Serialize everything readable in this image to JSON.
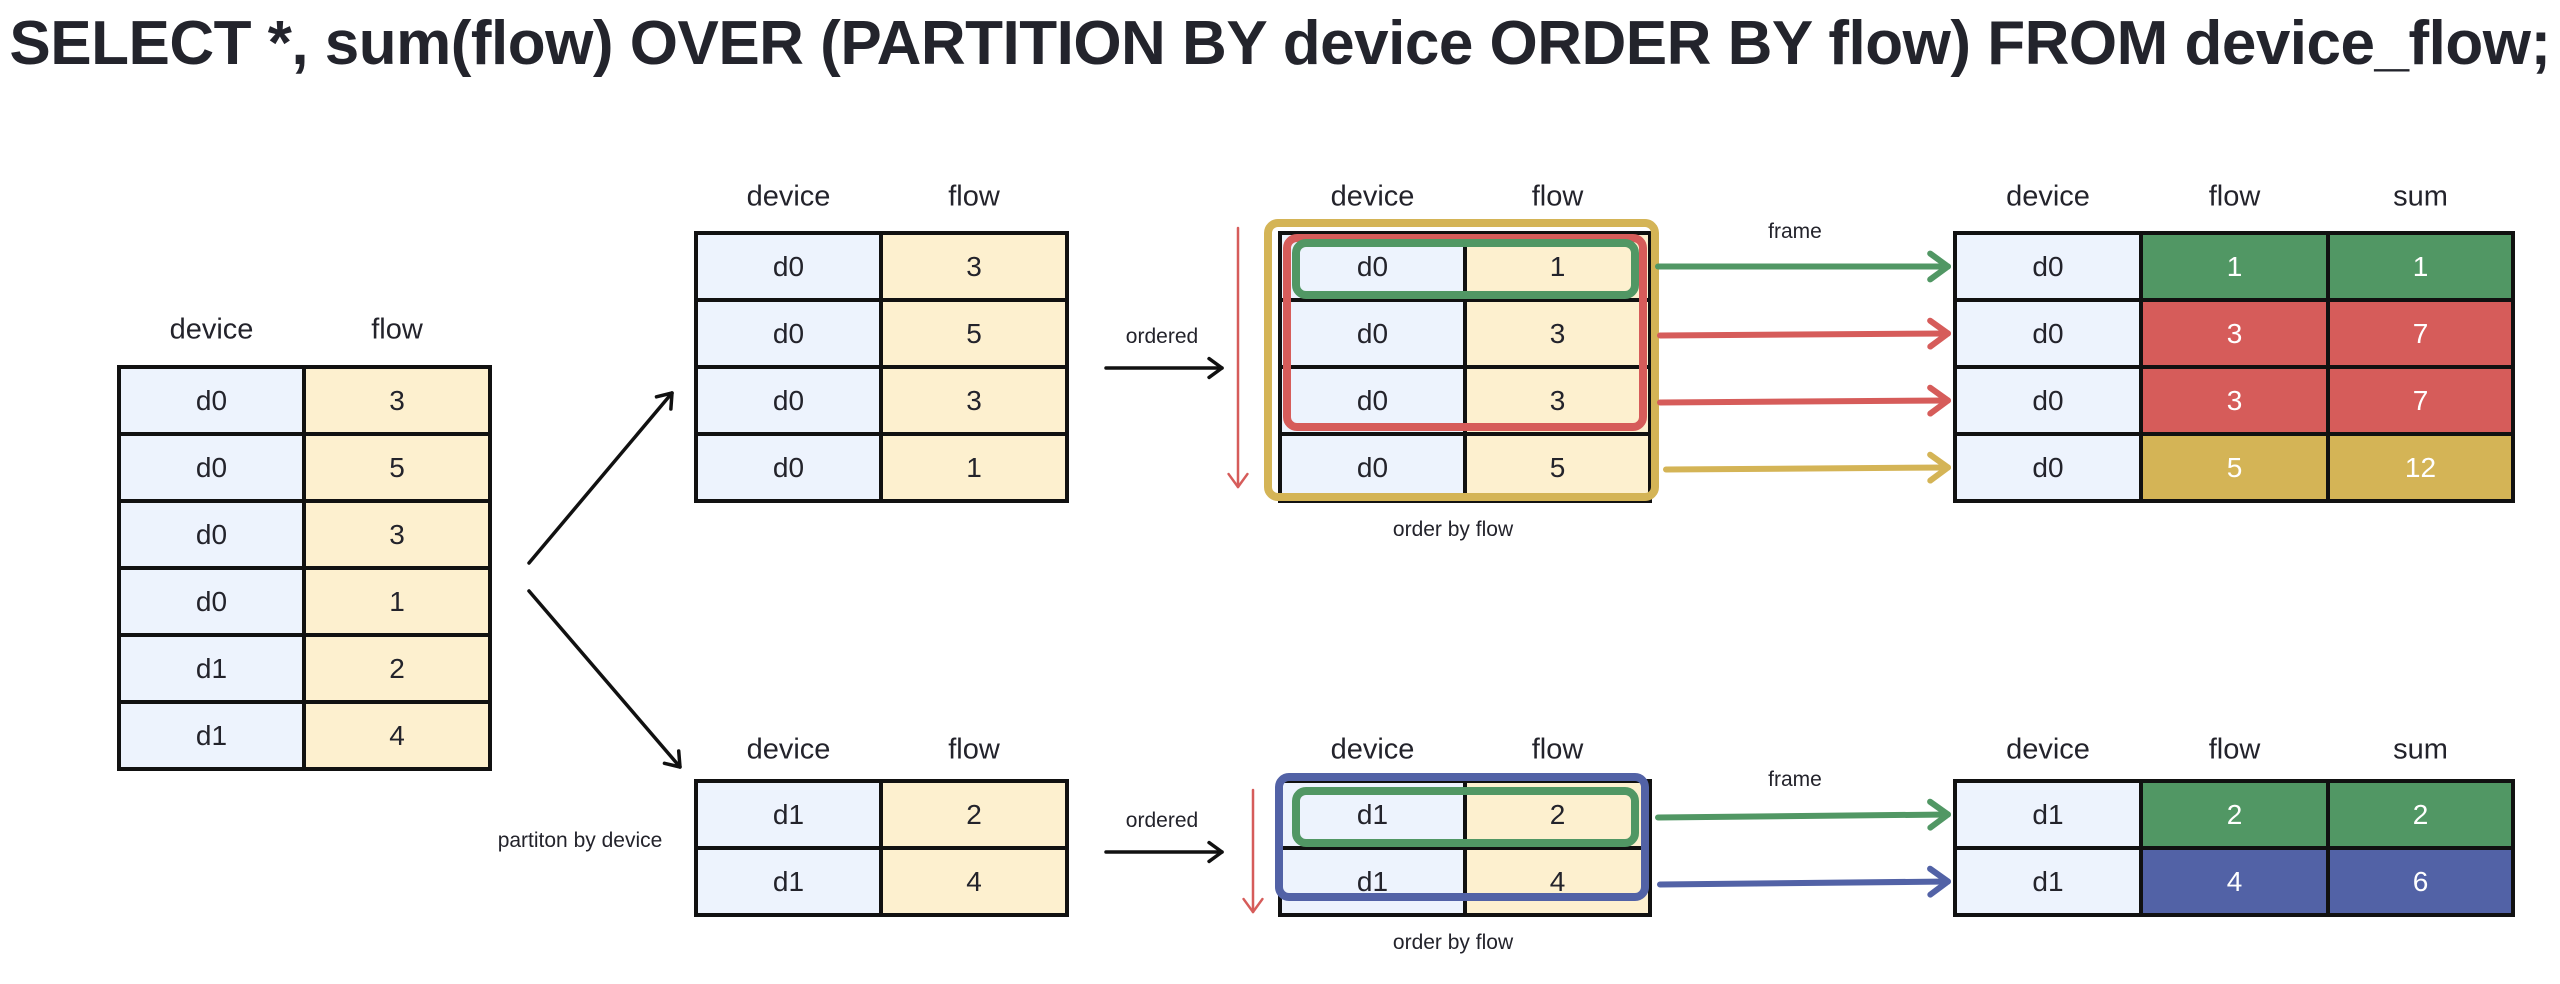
{
  "title": "SELECT *, sum(flow) OVER (PARTITION BY device ORDER BY flow) FROM device_flow;",
  "colors": {
    "device_cell": "#edf3fd",
    "flow_cell": "#fdf0cf",
    "frame_green": "#519764",
    "frame_red": "#d65c5a",
    "frame_gold": "#d4b456",
    "frame_blue": "#5262a6",
    "order_arrow": "#d65c5a"
  },
  "source_table": {
    "headers": [
      "device",
      "flow"
    ],
    "rows": [
      [
        "d0",
        "3"
      ],
      [
        "d0",
        "5"
      ],
      [
        "d0",
        "3"
      ],
      [
        "d0",
        "1"
      ],
      [
        "d1",
        "2"
      ],
      [
        "d1",
        "4"
      ]
    ]
  },
  "partition_label": "partiton by device",
  "partitions": [
    {
      "name": "d0",
      "headers": [
        "device",
        "flow"
      ],
      "rows": [
        [
          "d0",
          "3"
        ],
        [
          "d0",
          "5"
        ],
        [
          "d0",
          "3"
        ],
        [
          "d0",
          "1"
        ]
      ],
      "ordered_label": "ordered",
      "sorted_headers": [
        "device",
        "flow"
      ],
      "sorted_rows": [
        [
          "d0",
          "1"
        ],
        [
          "d0",
          "3"
        ],
        [
          "d0",
          "3"
        ],
        [
          "d0",
          "5"
        ]
      ],
      "order_label": "order by flow",
      "frame_label": "frame",
      "frames": [
        {
          "color": "green",
          "rows_covered": 1
        },
        {
          "color": "red",
          "rows_covered": 3
        },
        {
          "color": "gold",
          "rows_covered": 4
        }
      ],
      "result_headers": [
        "device",
        "flow",
        "sum"
      ],
      "result_rows": [
        {
          "device": "d0",
          "flow": "1",
          "sum": "1",
          "color": "green"
        },
        {
          "device": "d0",
          "flow": "3",
          "sum": "7",
          "color": "red"
        },
        {
          "device": "d0",
          "flow": "3",
          "sum": "7",
          "color": "red"
        },
        {
          "device": "d0",
          "flow": "5",
          "sum": "12",
          "color": "gold"
        }
      ]
    },
    {
      "name": "d1",
      "headers": [
        "device",
        "flow"
      ],
      "rows": [
        [
          "d1",
          "2"
        ],
        [
          "d1",
          "4"
        ]
      ],
      "ordered_label": "ordered",
      "sorted_headers": [
        "device",
        "flow"
      ],
      "sorted_rows": [
        [
          "d1",
          "2"
        ],
        [
          "d1",
          "4"
        ]
      ],
      "order_label": "order by flow",
      "frame_label": "frame",
      "frames": [
        {
          "color": "green",
          "rows_covered": 1
        },
        {
          "color": "blue",
          "rows_covered": 2
        }
      ],
      "result_headers": [
        "device",
        "flow",
        "sum"
      ],
      "result_rows": [
        {
          "device": "d1",
          "flow": "2",
          "sum": "2",
          "color": "green"
        },
        {
          "device": "d1",
          "flow": "4",
          "sum": "6",
          "color": "blue"
        }
      ]
    }
  ]
}
